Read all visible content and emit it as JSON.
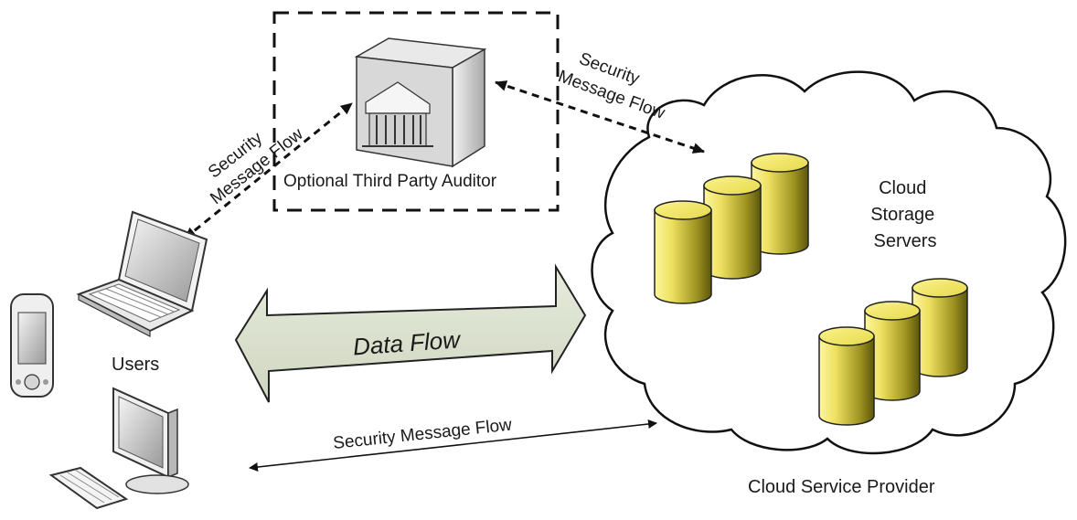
{
  "labels": {
    "auditor": "Optional Third Party Auditor",
    "users": "Users",
    "data_flow": "Data Flow",
    "security_flow_bottom": "Security Message Flow",
    "security_left_line1": "Security",
    "security_left_line2": "Message Flow",
    "security_right_line1": "Security",
    "security_right_line2": "Message Flow",
    "cloud_servers_line1": "Cloud",
    "cloud_servers_line2": "Storage",
    "cloud_servers_line3": "Servers",
    "provider": "Cloud Service Provider"
  },
  "colors": {
    "cylinder_light": "#f6ee7a",
    "cylinder_dark": "#6b6410",
    "arrow_fill": "#dde3d0",
    "line": "#111111"
  },
  "icons": [
    "auditor-server-icon",
    "laptop-icon",
    "pda-icon",
    "desktop-computer-icon",
    "storage-cylinder-icon"
  ]
}
